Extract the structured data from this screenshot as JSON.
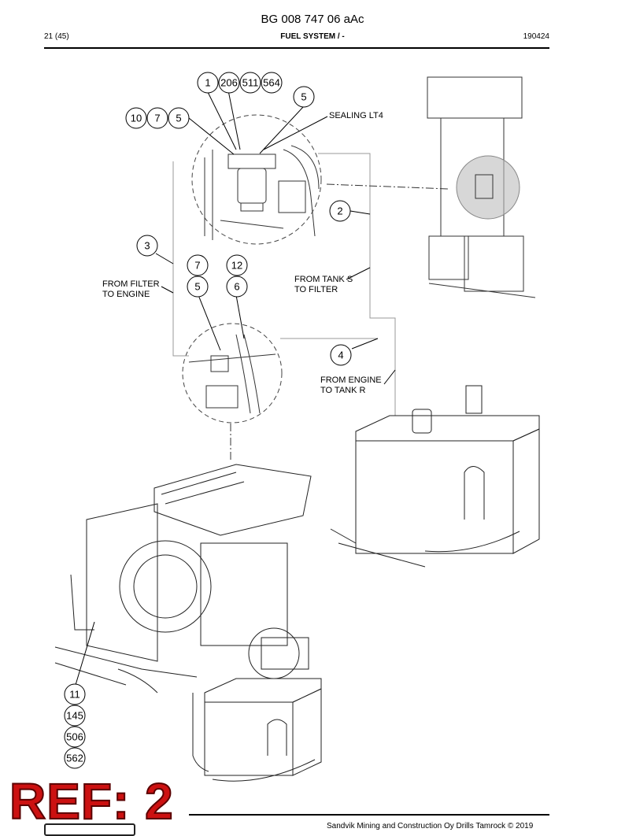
{
  "header": {
    "doc_id": "BG 008 747 06 aAc",
    "page": "21 (45)",
    "section": "FUEL SYSTEM / -",
    "date": "190424"
  },
  "callouts": {
    "c1": "1",
    "c206": "206",
    "c511": "511",
    "c564": "564",
    "c5a": "5",
    "c10": "10",
    "c7a": "7",
    "c5b": "5",
    "c2": "2",
    "c3": "3",
    "c7b": "7",
    "c12": "12",
    "c5c": "5",
    "c6": "6",
    "c4": "4",
    "c11": "11",
    "c145": "145",
    "c506": "506",
    "c562": "562"
  },
  "labels": {
    "sealing": "SEALING LT4",
    "filter_l1": "FROM FILTER",
    "filter_l2": "TO ENGINE",
    "tank_l1": "FROM TANK S",
    "tank_l2": "TO FILTER",
    "engine_l1": "FROM ENGINE",
    "engine_l2": "TO TANK R"
  },
  "stamp": "REF: 2",
  "footer": {
    "copyright": "Sandvik Mining and Construction Oy Drills Tamrock © 2019"
  }
}
